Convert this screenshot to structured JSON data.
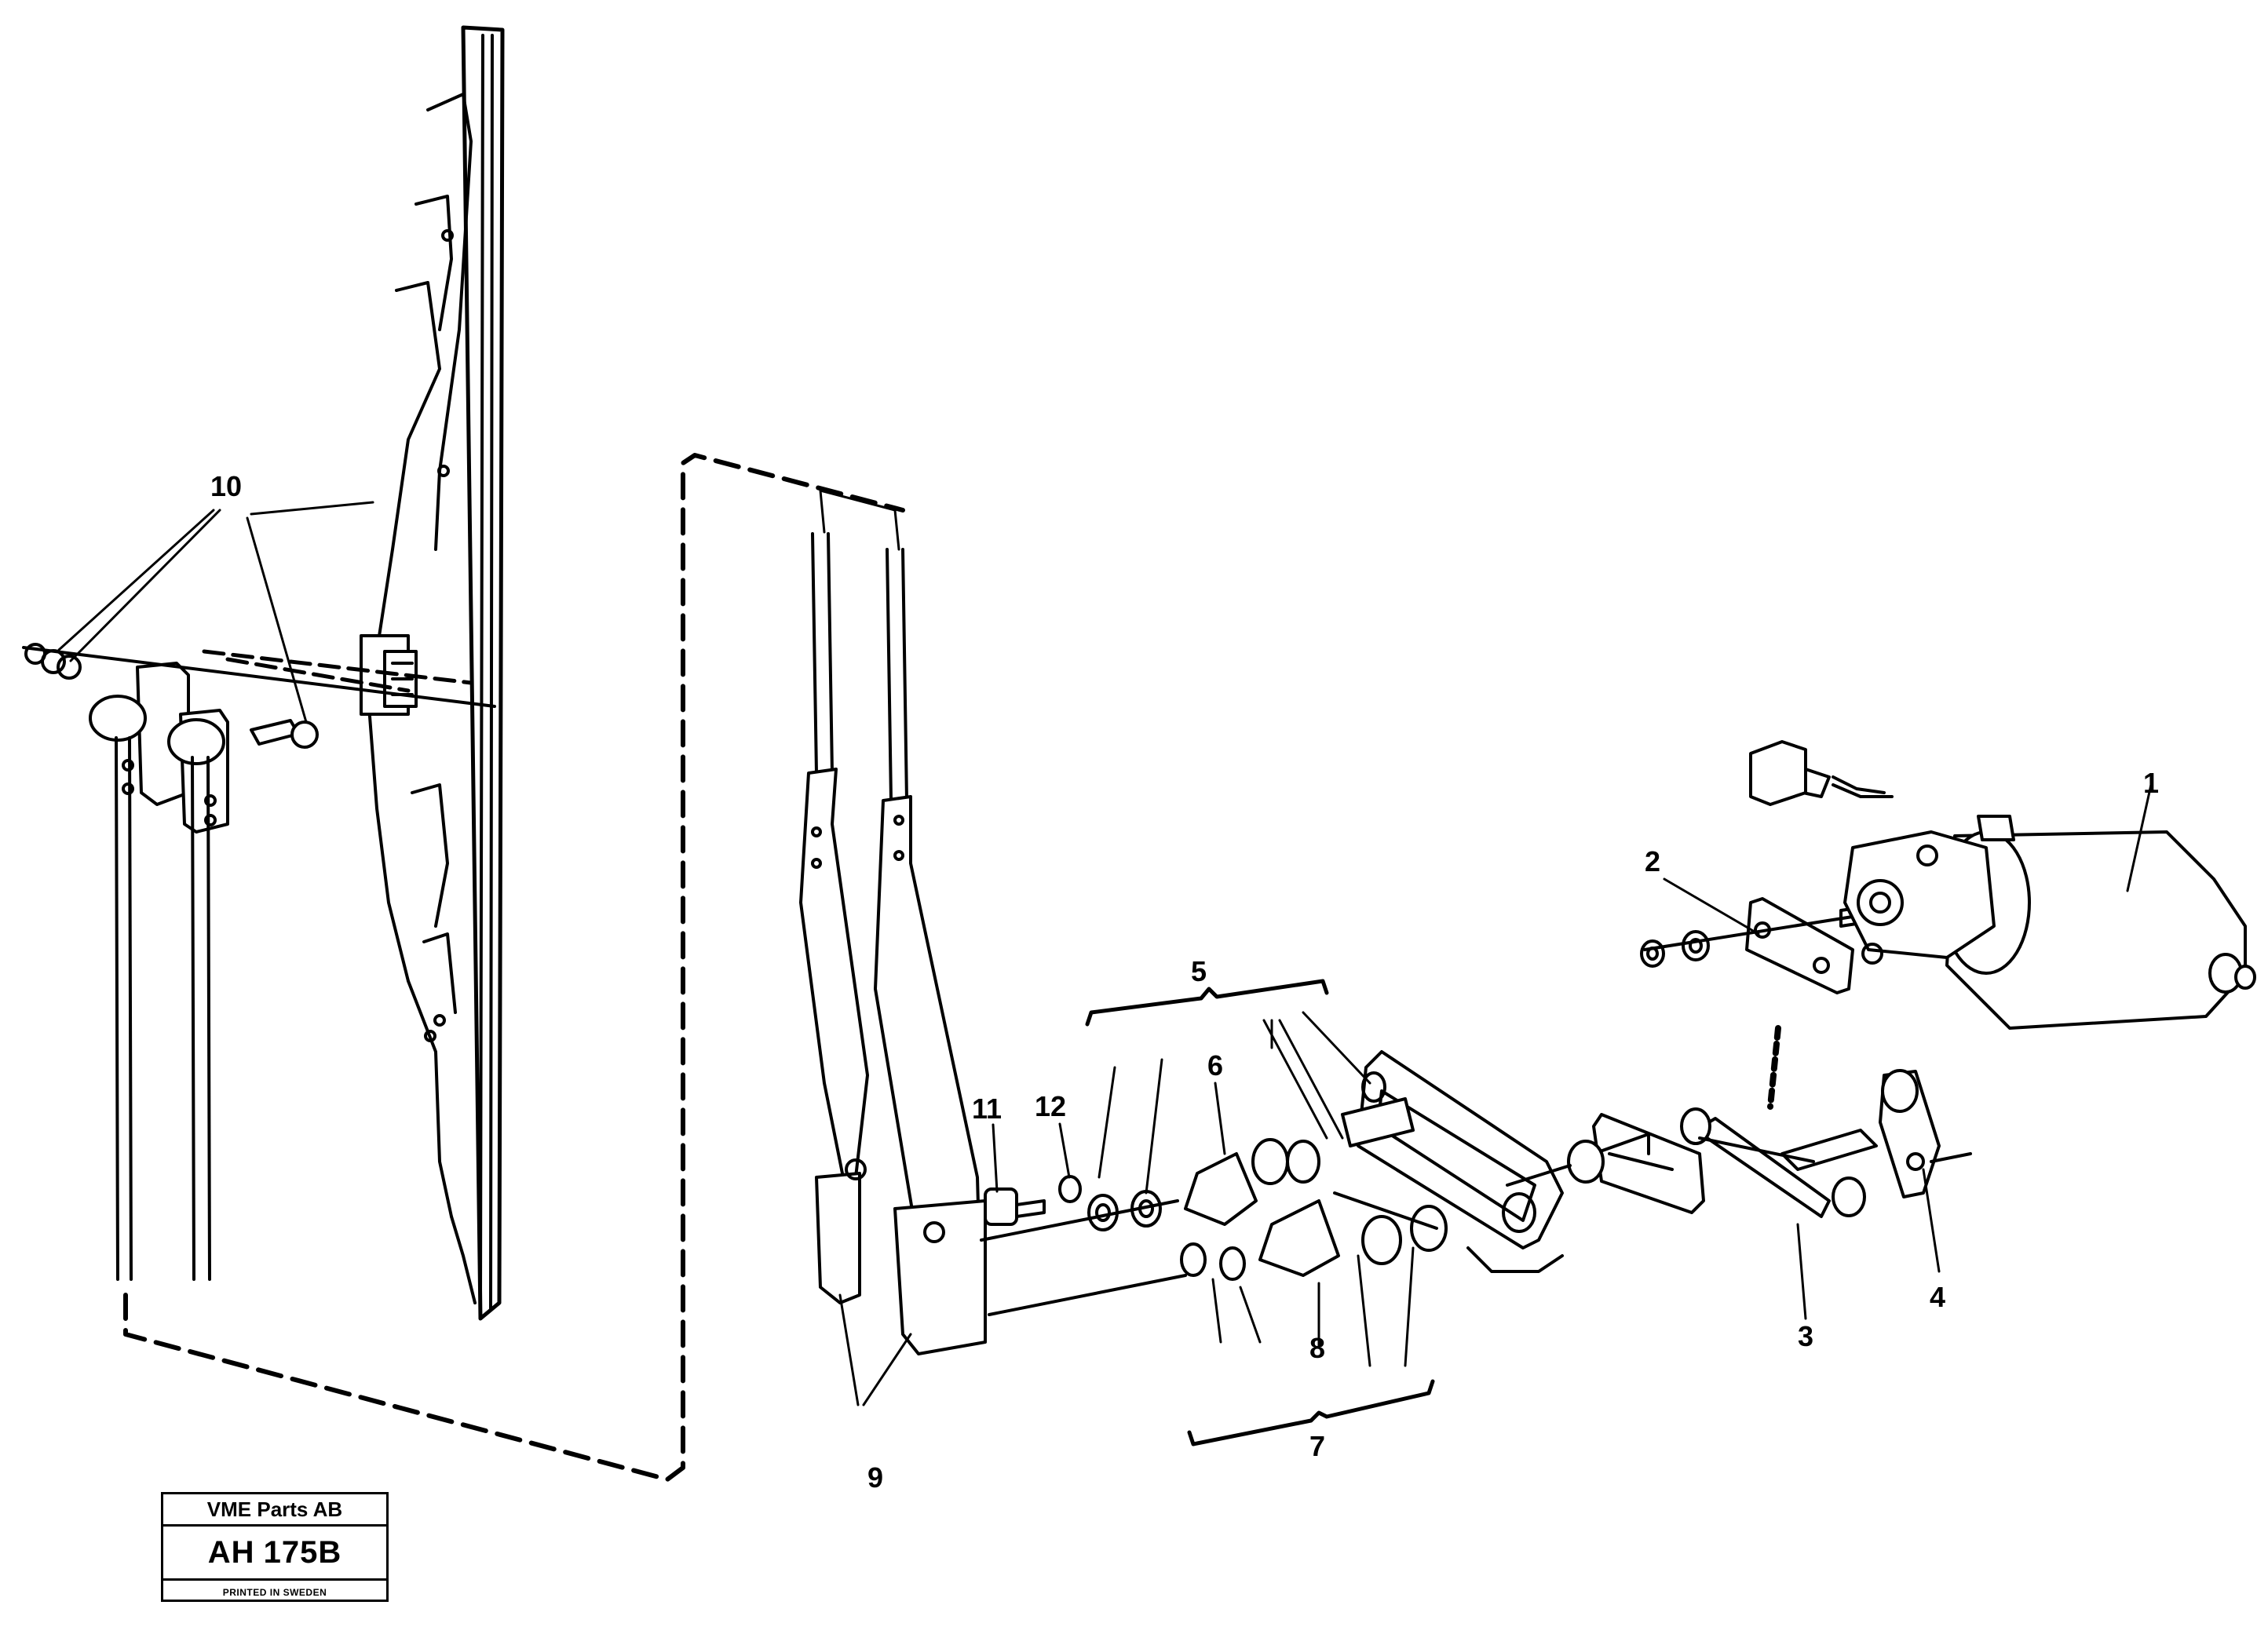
{
  "callouts": {
    "c1": "1",
    "c2": "2",
    "c3": "3",
    "c4": "4",
    "c5": "5",
    "c6": "6",
    "c7": "7",
    "c8": "8",
    "c9": "9",
    "c10": "10",
    "c11": "11",
    "c12": "12"
  },
  "stamp": {
    "company": "VME Parts AB",
    "code_prefix": "AH",
    "code_number": "175",
    "code_suffix": "B",
    "printed": "PRINTED IN SWEDEN"
  },
  "colors": {
    "line": "#000000",
    "background": "#ffffff"
  }
}
